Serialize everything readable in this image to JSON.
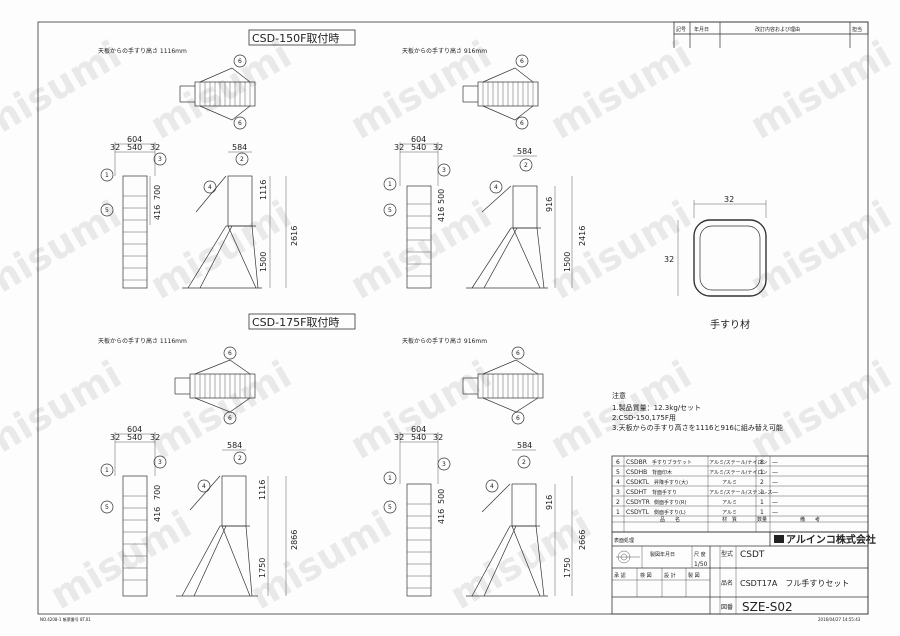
{
  "revision": {
    "cols": [
      "記号",
      "年月日",
      "改訂内容および理由",
      "担当"
    ]
  },
  "views": {
    "csd150": {
      "title": "CSD-150F取付時",
      "left_note": "天板からの手すり高さ 1116mm",
      "right_note": "天板からの手すり高さ 916mm",
      "L": {
        "w": "604",
        "a": "32",
        "b": "540",
        "c": "32",
        "h1": "700",
        "h2": "416",
        "total": "2616",
        "base": "1500",
        "top": "584",
        "up": "1116"
      },
      "R": {
        "w": "604",
        "a": "32",
        "b": "540",
        "c": "32",
        "h1": "500",
        "h2": "416",
        "total": "2416",
        "base": "1500",
        "top": "584",
        "up": "916"
      }
    },
    "csd175": {
      "title": "CSD-175F取付時",
      "left_note": "天板からの手すり高さ 1116mm",
      "right_note": "天板からの手すり高さ 916mm",
      "L": {
        "w": "604",
        "a": "32",
        "b": "540",
        "c": "32",
        "h1": "700",
        "h2": "416",
        "total": "2866",
        "base": "1750",
        "top": "584",
        "up": "1116"
      },
      "R": {
        "w": "604",
        "a": "32",
        "b": "540",
        "c": "32",
        "h1": "500",
        "h2": "416",
        "total": "2666",
        "base": "1750",
        "top": "584",
        "up": "916"
      }
    }
  },
  "balloons": [
    "1",
    "2",
    "3",
    "4",
    "5",
    "6"
  ],
  "section": {
    "width": "32",
    "height": "32",
    "caption": "手すり材"
  },
  "notes": {
    "title": "注意",
    "lines": [
      "1.製品質量：12.3kg/セット",
      "2.CSD-150,175F用",
      "3.天板からの手すり高さを1116と916に組み替え可能"
    ]
  },
  "parts": [
    {
      "no": "6",
      "code": "CSDBR",
      "name": "手すりブラケット",
      "mat": "アルミ/ステール/ナイロン",
      "qty": "8",
      "rem": "—"
    },
    {
      "no": "5",
      "code": "CSDHB",
      "name": "背面印木",
      "mat": "アルミ/ステール/ナイロン",
      "qty": "1",
      "rem": "—"
    },
    {
      "no": "4",
      "code": "CSDKTL",
      "name": "昇降手すり(大)",
      "mat": "アルミ",
      "qty": "2",
      "rem": "—"
    },
    {
      "no": "3",
      "code": "CSDHT",
      "name": "背面手すり",
      "mat": "アルミ/ステール/ステンレス",
      "qty": "1",
      "rem": "—"
    },
    {
      "no": "2",
      "code": "CSDYTR",
      "name": "側面手すり(R)",
      "mat": "アルミ",
      "qty": "1",
      "rem": "—"
    },
    {
      "no": "1",
      "code": "CSDYTL",
      "name": "側面手すり(L)",
      "mat": "アルミ",
      "qty": "1",
      "rem": "—"
    }
  ],
  "parts_header": {
    "name": "品　　名",
    "mat": "材　質",
    "qty": "数量",
    "rem": "備　　考"
  },
  "company": "アルインコ株式会社",
  "title_block": {
    "surface": "表面処理",
    "made_date": "製図年月日",
    "scale_label": "尺 度",
    "scale": "1/50",
    "model_label": "型式",
    "model": "CSDT",
    "row3": [
      "承 認",
      "検 図",
      "設 計",
      "製 図"
    ],
    "name_label": "品名",
    "name": "CSDT17A　フル手すりセット",
    "drawing_label": "図番",
    "drawing": "SZE-S02"
  },
  "footer_left": "NO.4208-1 帳票番号 8T.01",
  "footer_right": "2016/04/27 14:55:43",
  "watermark": "misumi"
}
